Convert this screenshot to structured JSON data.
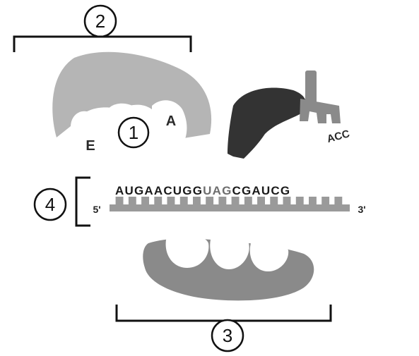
{
  "callouts": {
    "one": "1",
    "two": "2",
    "three": "3",
    "four": "4"
  },
  "large_subunit": {
    "site_e": "E",
    "site_a": "A"
  },
  "trna": {
    "acceptor_label": "ACC"
  },
  "mrna": {
    "sequence_part1": "AUGAACUGG",
    "sequence_part2": "UAG",
    "sequence_part3": "CGAUCG",
    "five_prime_label": "5'",
    "three_prime_label": "3'"
  },
  "colors": {
    "large_subunit": "#b5b5b5",
    "small_subunit": "#8a8a8a",
    "polypeptide": "#333333",
    "trna": "#8a8a8a",
    "mrna_backbone": "#9a9a9a",
    "outline": "#111111",
    "highlight_codon": "#6e6e6e"
  }
}
